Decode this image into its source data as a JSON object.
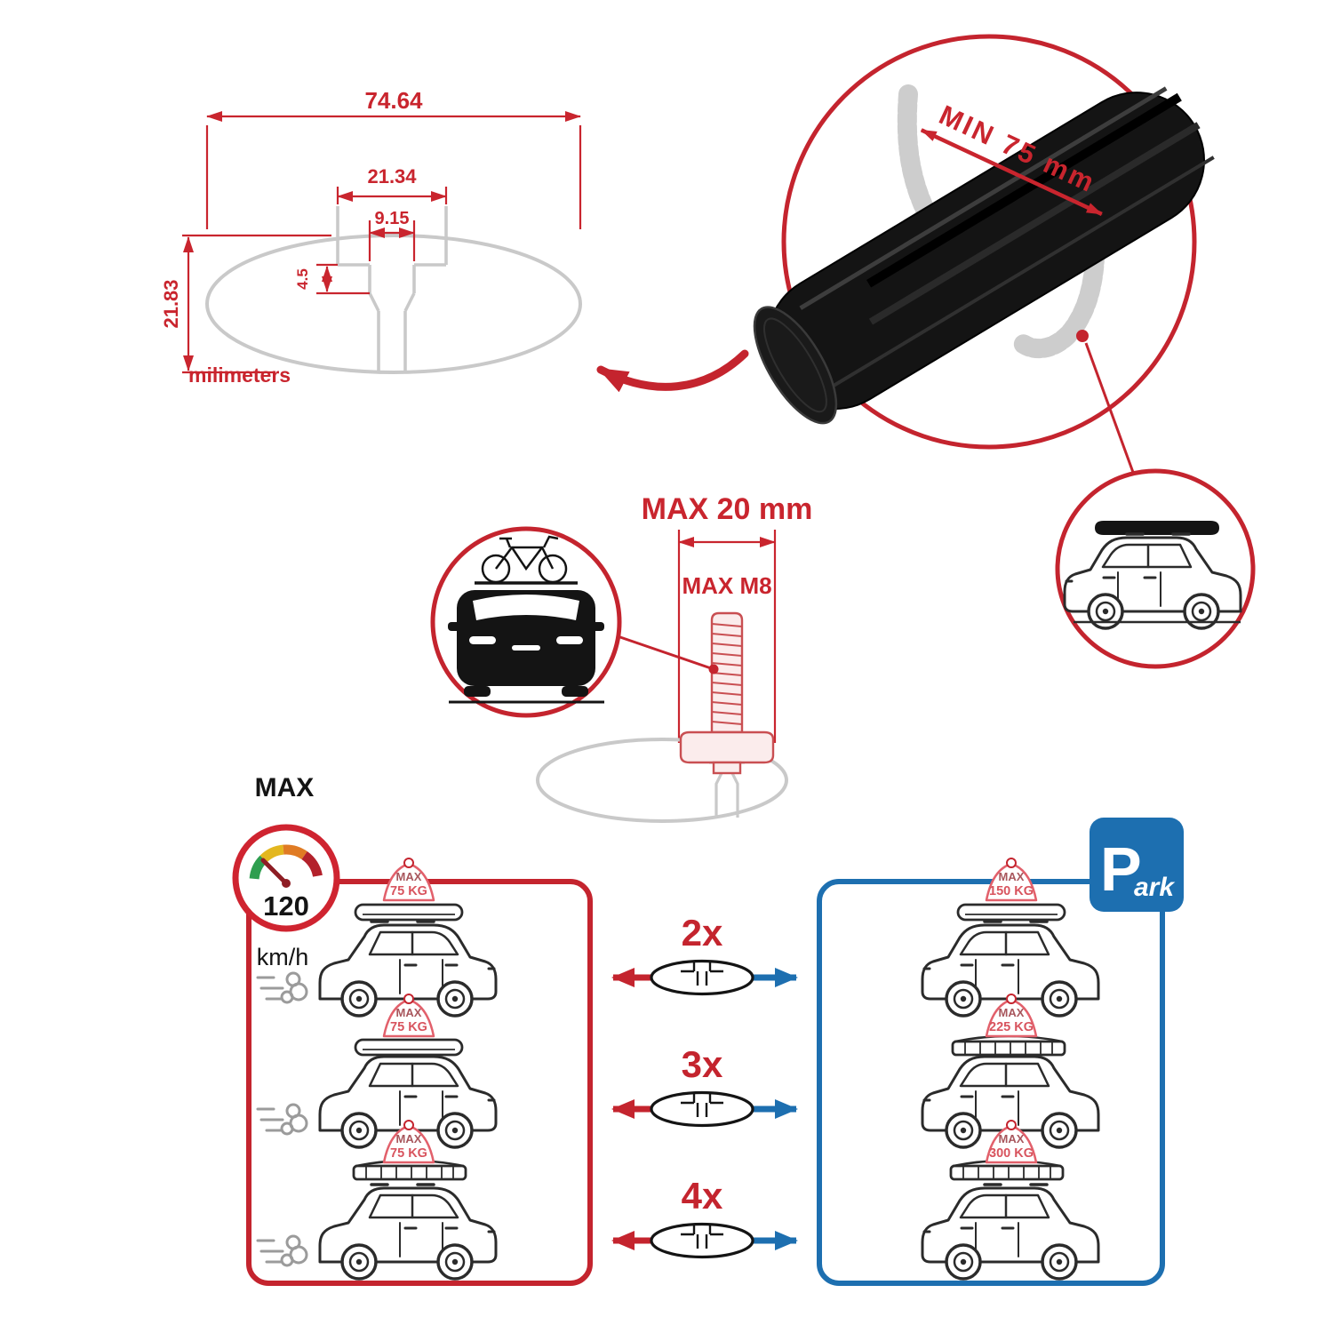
{
  "colors": {
    "red": "#c4242e",
    "blue": "#1d6fb0",
    "dark": "#141414",
    "ghost_gray": "#c9c9c9",
    "load_red": "#d8545e"
  },
  "cross_section": {
    "overall_width": "74.64",
    "channel_width": "21.34",
    "slot_width": "9.15",
    "lip_height": "4.5",
    "overall_height": "21.83",
    "units_label": "milimeters"
  },
  "bar_detail": {
    "min_span_label": "MIN 75 mm"
  },
  "bolt_detail": {
    "max_length_label": "MAX 20 mm",
    "max_thread_label": "MAX M8"
  },
  "speed_limit": {
    "label": "MAX",
    "value": "120",
    "unit": "km/h"
  },
  "bar_counts": [
    "2x",
    "3x",
    "4x"
  ],
  "driving_loads": [
    {
      "label": "MAX",
      "value": "75 KG"
    },
    {
      "label": "MAX",
      "value": "75 KG"
    },
    {
      "label": "MAX",
      "value": "75 KG"
    }
  ],
  "parked_loads": [
    {
      "label": "MAX",
      "value": "150 KG"
    },
    {
      "label": "MAX",
      "value": "225 KG"
    },
    {
      "label": "MAX",
      "value": "300 KG"
    }
  ],
  "park_sign": {
    "letter": "P",
    "suffix": "ark"
  }
}
